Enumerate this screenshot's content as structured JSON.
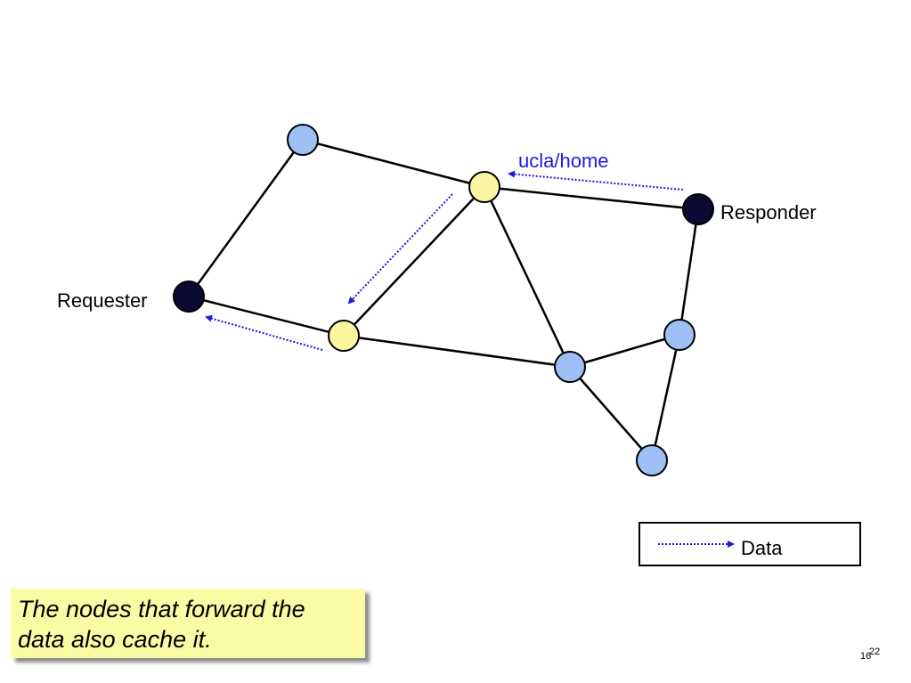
{
  "diagram": {
    "requester_label": "Requester",
    "responder_label": "Responder",
    "name_label": "ucla/home",
    "colors": {
      "edge": "#000000",
      "data_arrow": "#1a1adf",
      "endpoint_node": "#0a0a33",
      "forwarding_node": "#fbf7a0",
      "other_node": "#9ec0f5",
      "node_stroke": "#000000"
    }
  },
  "legend": {
    "data_label": "Data"
  },
  "caption": {
    "text": "The nodes that forward the data also cache it."
  },
  "footer": {
    "slide_number": "16",
    "slide_number_super": "22"
  }
}
